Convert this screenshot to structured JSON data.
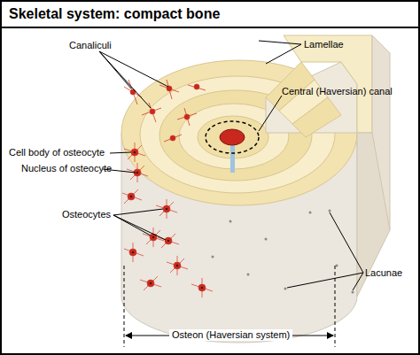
{
  "diagram": {
    "title": "Skeletal system: compact bone",
    "labels": [
      "Canaliculi",
      "Lamellae",
      "Central (Haversian) canal",
      "Cell body of osteocyte",
      "Nucleus of osteocyte",
      "Osteocytes",
      "Lacunae",
      "Osteon (Haversian system)"
    ]
  }
}
